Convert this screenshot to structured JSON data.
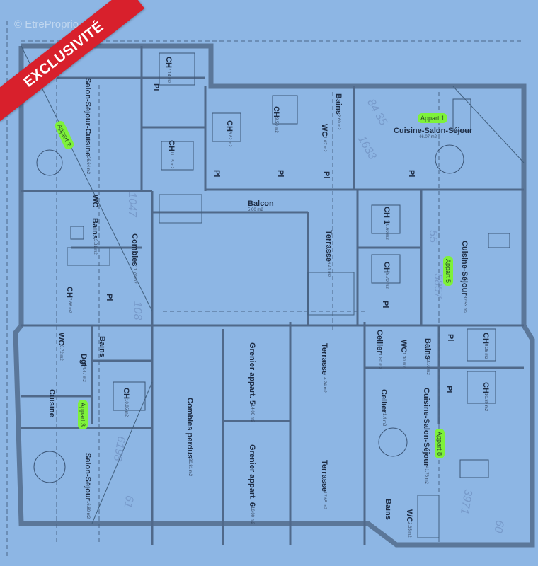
{
  "watermark": "© EtreProprio.com",
  "ribbon": {
    "label": "EXCLUSIVITÉ",
    "color": "#d8202c"
  },
  "colors": {
    "paper": "#8db6e4",
    "walls": "#5b7799",
    "highlight": "#7ef23a"
  },
  "apartments": [
    "Appart 1",
    "Appart 2",
    "Appart.3",
    "Appart 5",
    "Appart 8"
  ],
  "rooms": [
    {
      "name": "Salon-Séjour-Cuisine",
      "area": "26.64 m2"
    },
    {
      "name": "CH",
      "area": "7.14 m2"
    },
    {
      "name": "CH",
      "area": "11.15 m2"
    },
    {
      "name": "CH",
      "area": "6.82 m2"
    },
    {
      "name": "CH",
      "area": "9.50 m2"
    },
    {
      "name": "Bains",
      "area": "2.60 m2"
    },
    {
      "name": "WC",
      "area": "1.07 m2"
    },
    {
      "name": "Cuisine-Salon-Séjour",
      "area": "46.07 m2"
    },
    {
      "name": "Balcon",
      "area": "5.00 m2"
    },
    {
      "name": "CH 1",
      "area": "9.60 m2"
    },
    {
      "name": "CH",
      "area": "8.70 m2"
    },
    {
      "name": "Cuisine-Séjour",
      "area": "32.53 m2"
    },
    {
      "name": "Terrasse",
      "area": "6.41 m2"
    },
    {
      "name": "WC",
      "area": ""
    },
    {
      "name": "Bains",
      "area": "3.81 m2"
    },
    {
      "name": "Combles",
      "area": "11.70 m2"
    },
    {
      "name": "CH",
      "area": "7.86 m2"
    },
    {
      "name": "Bains",
      "area": ""
    },
    {
      "name": "WC",
      "area": "0.72 m2"
    },
    {
      "name": "Dgt",
      "area": "4.47 m2"
    },
    {
      "name": "Cuisine",
      "area": ""
    },
    {
      "name": "CH",
      "area": "10.85 m2"
    },
    {
      "name": "Salon-Séjour",
      "area": "16.80 m2"
    },
    {
      "name": "Combles perdus",
      "area": "30.81 m2"
    },
    {
      "name": "Grenier appart. 5",
      "area": "14.00 m2"
    },
    {
      "name": "Grenier appart. 6",
      "area": "16.00 m2"
    },
    {
      "name": "Terrasse",
      "area": "14.24 m2"
    },
    {
      "name": "Terrasse",
      "area": "17.65 m2"
    },
    {
      "name": "Cellier",
      "area": "1.80 m2"
    },
    {
      "name": "WC",
      "area": "1.30 m2"
    },
    {
      "name": "Bains",
      "area": "2.10 m2"
    },
    {
      "name": "CH",
      "area": "9.26 m2"
    },
    {
      "name": "Cellier",
      "area": "1.4 m2"
    },
    {
      "name": "Cuisine-Salon-Séjour",
      "area": "41.76 m2"
    },
    {
      "name": "CH",
      "area": "10.80 m2"
    },
    {
      "name": "Bains",
      "area": ""
    },
    {
      "name": "WC",
      "area": "2.65 m2"
    }
  ],
  "closet_label": "Pl",
  "handwritten": [
    "84 35",
    "1633",
    "5857",
    "55",
    "1047",
    "108",
    "6198",
    "61",
    "3971",
    "60"
  ]
}
